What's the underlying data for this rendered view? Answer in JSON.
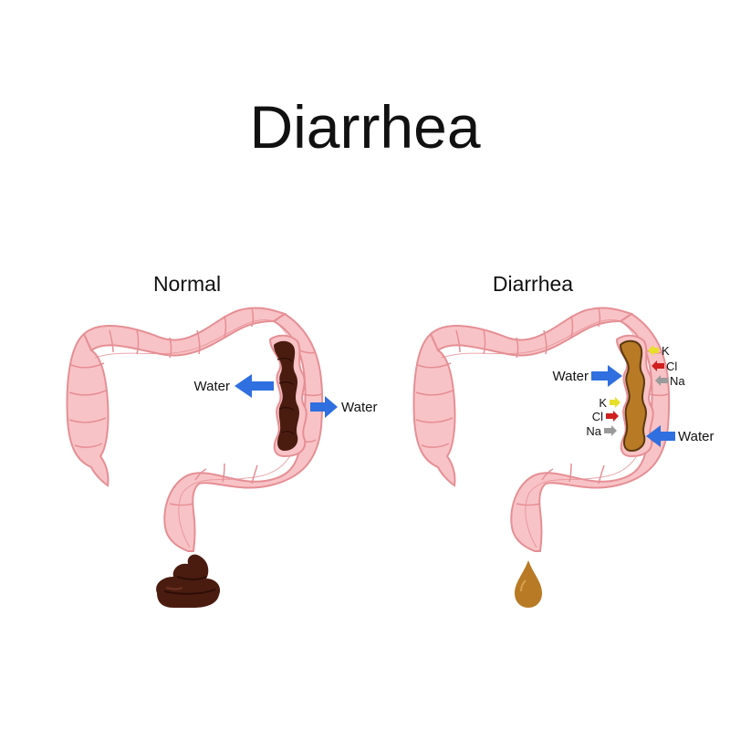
{
  "title": "Diarrhea",
  "panels": {
    "normal": {
      "title": "Normal",
      "water_out_label": "Water",
      "water_in_label": "Water"
    },
    "diarrhea": {
      "title": "Diarrhea",
      "water_out_label": "Water",
      "water_in_label": "Water",
      "ions_right": [
        "K",
        "Cl",
        "Na"
      ],
      "ions_left": [
        "K",
        "Cl",
        "Na"
      ]
    }
  },
  "colors": {
    "colon_fill": "#f8c3c6",
    "colon_stroke": "#e58f95",
    "stool_normal": "#4a1c10",
    "stool_liquid": "#b87a24",
    "water_arrow": "#2f6fe0",
    "ion_k": "#e8df2a",
    "ion_cl": "#d01f1f",
    "ion_na": "#9a9a9a"
  }
}
